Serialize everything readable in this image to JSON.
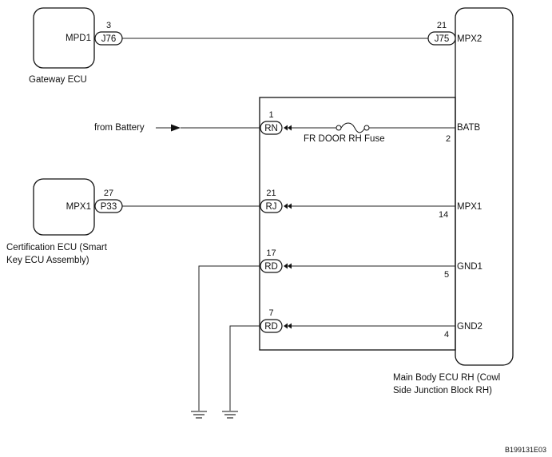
{
  "ecus": {
    "gateway": {
      "caption": "Gateway ECU",
      "terminal": "MPD1",
      "connector": "J76",
      "pin": "3"
    },
    "certification": {
      "caption_line1": "Certification ECU (Smart",
      "caption_line2": "Key ECU Assembly)",
      "terminal": "MPX1",
      "connector": "P33",
      "pin": "27"
    },
    "main_body": {
      "caption_line1": "Main Body ECU RH (Cowl",
      "caption_line2": "Side Junction Block RH)",
      "mpx2": {
        "terminal": "MPX2",
        "connector": "J75",
        "pin": "21"
      },
      "batb": {
        "terminal": "BATB",
        "pin": "2"
      },
      "mpx1": {
        "terminal": "MPX1",
        "pin": "14"
      },
      "gnd1": {
        "terminal": "GND1",
        "pin": "5"
      },
      "gnd2": {
        "terminal": "GND2",
        "pin": "4"
      }
    }
  },
  "junction_connectors": [
    {
      "connector": "RN",
      "pin": "1"
    },
    {
      "connector": "RJ",
      "pin": "21"
    },
    {
      "connector": "RD",
      "pin": "17"
    },
    {
      "connector": "RD",
      "pin": "7"
    }
  ],
  "battery_label": "from Battery",
  "fuse_label": "FR DOOR RH Fuse",
  "figure_code": "B199131E03"
}
